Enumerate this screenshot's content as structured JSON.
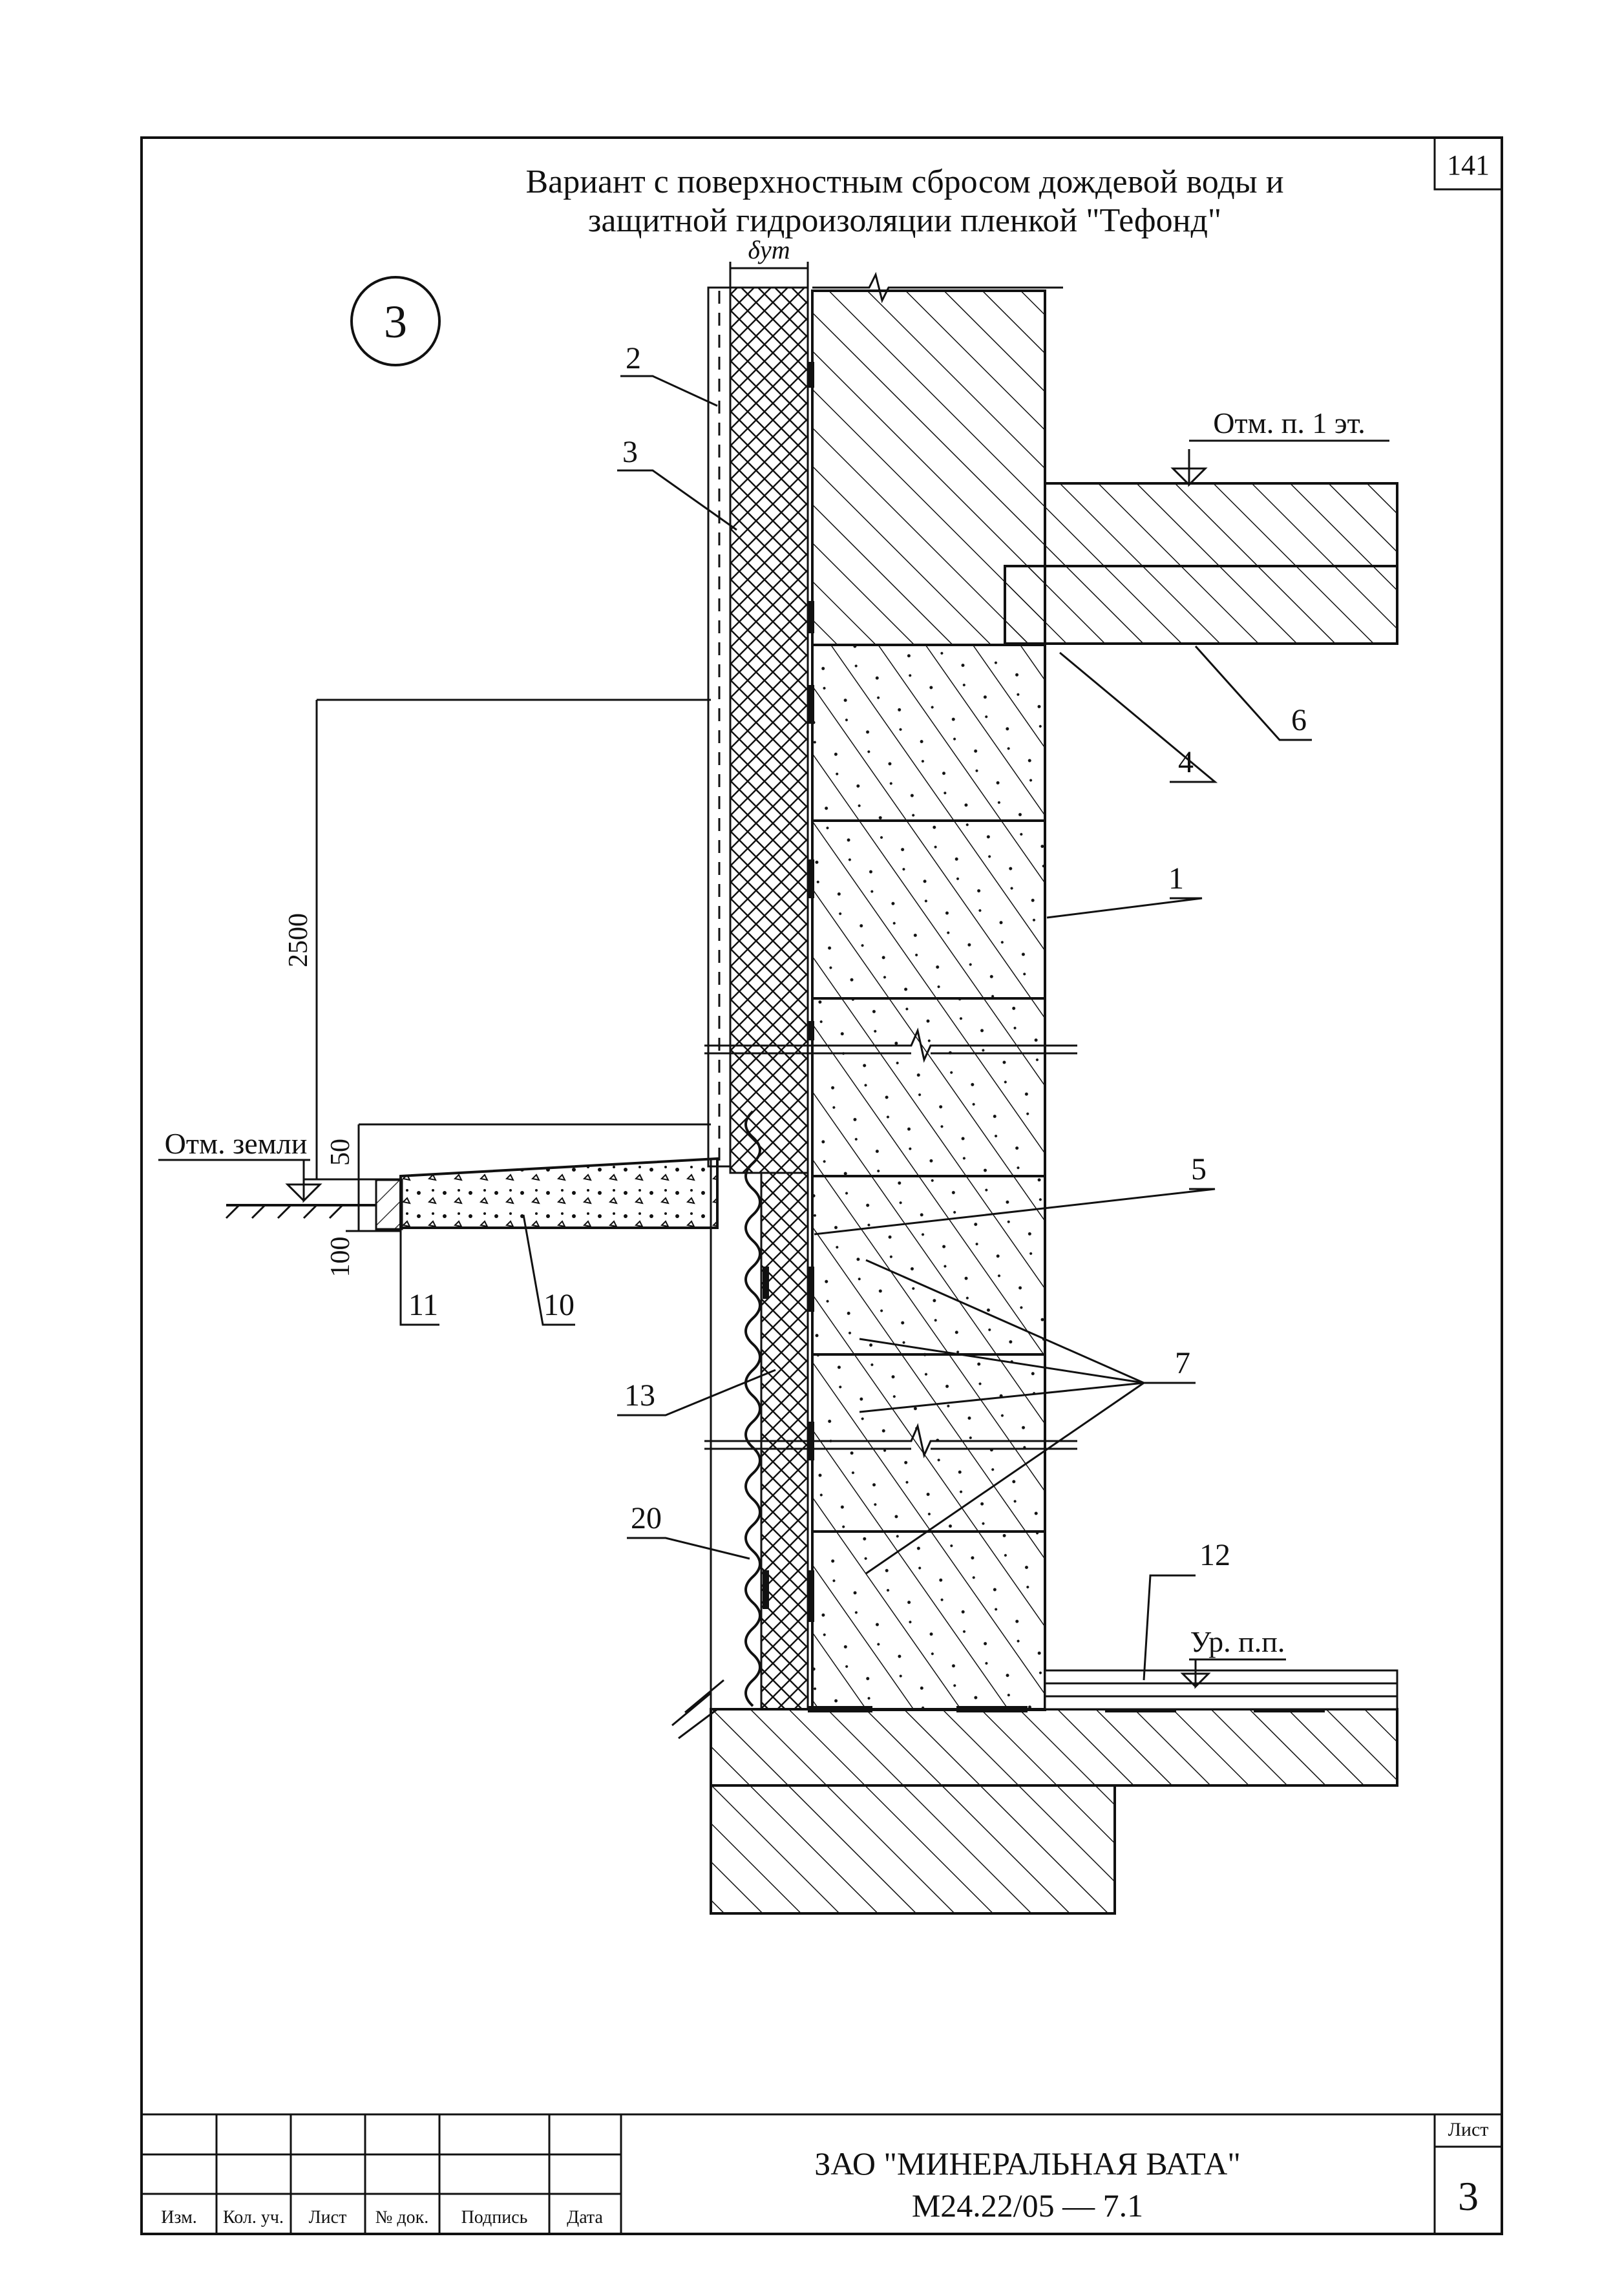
{
  "sheet": {
    "number": "141",
    "title_line1": "Вариант с поверхностным сбросом дождевой воды и",
    "title_line2": "защитной гидроизоляции пленкой \"Тефонд\"",
    "detail_number": "3"
  },
  "drawing": {
    "insulation_thickness": "δут",
    "labels": {
      "l1": "1",
      "l2": "2",
      "l3": "3",
      "l4": "4",
      "l5": "5",
      "l6": "6",
      "l7": "7",
      "l10": "10",
      "l11": "11",
      "l12": "12",
      "l13": "13",
      "l20": "20"
    },
    "dims": {
      "d2500": "2500",
      "d50": "50",
      "d100": "100"
    },
    "marks": {
      "floor1": "Отм. п. 1 эт.",
      "ground": "Отм. земли",
      "floor_level": "Ур. п.п."
    }
  },
  "title_block": {
    "org": "ЗАО \"МИНЕРАЛЬНАЯ ВАТА\"",
    "code": "М24.22/05  —  7.1",
    "sheet_label": "Лист",
    "sheet_num": "3",
    "columns": [
      "Изм.",
      "Кол. уч.",
      "Лист",
      "№ док.",
      "Подпись",
      "Дата"
    ]
  }
}
